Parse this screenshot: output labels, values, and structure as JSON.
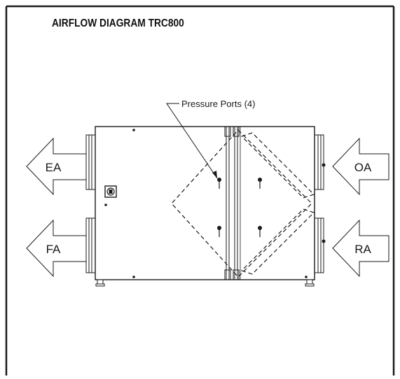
{
  "diagram": {
    "title": "AIRFLOW DIAGRAM TRC800",
    "callout": "Pressure Ports (4)",
    "arrows": {
      "exhaust_air": "EA",
      "fresh_air": "FA",
      "outdoor_air": "OA",
      "return_air": "RA"
    }
  },
  "colors": {
    "line": "#1a1a1a",
    "background": "#ffffff"
  }
}
